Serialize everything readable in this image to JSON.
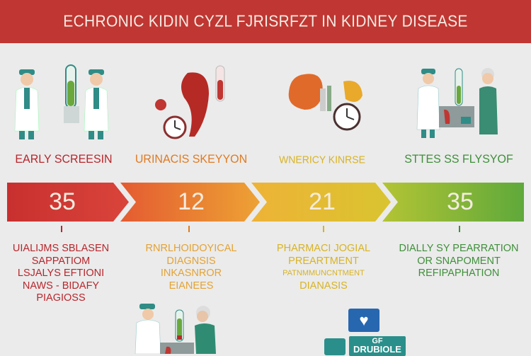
{
  "title": "ECHRONIC KIDIN CYZL FJRISRFZT IN KIDNEY DISEASE",
  "stages": [
    {
      "label": "EARLY SCREESIN",
      "number": "35",
      "color": "#b8262c",
      "desc": [
        "UIALIJMS SBLASEN",
        "SAPPATIOM",
        "LSJALYS  EFTIONI",
        "NAWS - BIDAFY",
        "PIAGIOSS"
      ]
    },
    {
      "label": "URINACIS SKEYYON",
      "number": "12",
      "color": "#e07a22",
      "desc": [
        "RNRLHOIDOYICAL",
        "DIAGNSIS",
        "INKASNROR",
        "EIANEES"
      ]
    },
    {
      "label": "WNERICY KINRSE",
      "number": "21",
      "color": "#d8b323",
      "desc": [
        "PHARMACI JOGIAL",
        "PREARTMENT",
        "PATNMMUNCNTMENT",
        "DIANASIS"
      ]
    },
    {
      "label": "STTES SS FLYSYOF",
      "number": "35",
      "color": "#3f8f3a",
      "desc": [
        "DIALLY SY  PEARRATION",
        "OR SNAPOMENT",
        "REFIPAPHATION"
      ]
    }
  ],
  "bottom_card_text": "DRUBIOLE",
  "bottom_card_small": "GF"
}
